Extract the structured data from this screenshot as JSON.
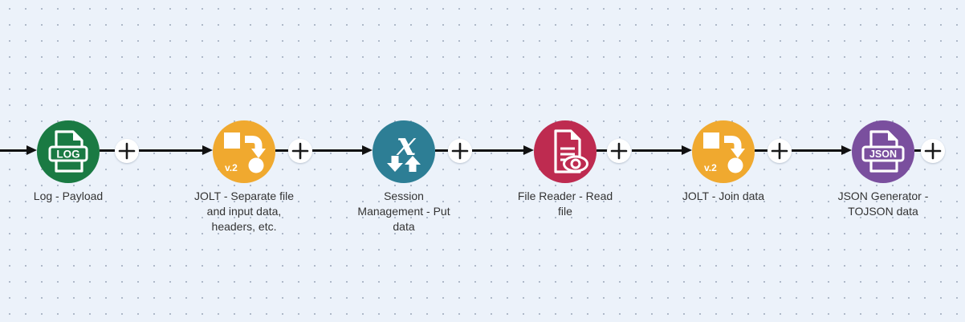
{
  "canvas": {
    "background_color": "#ECF2FA",
    "dot_color": "#7D8AA0",
    "connector_color": "#111111",
    "plus_label": "+"
  },
  "nodes": [
    {
      "name": "log-payload",
      "label_lines": [
        "Log - Payload"
      ],
      "color": "#1A7A43",
      "icon": "log-file-icon",
      "icon_text": "LOG"
    },
    {
      "name": "jolt-separate",
      "label_lines": [
        "JOLT - Separate file",
        "and input data,",
        "headers, etc."
      ],
      "color": "#F0A92F",
      "icon": "jolt-transform-icon",
      "badge": "v.2"
    },
    {
      "name": "session-management-put",
      "label_lines": [
        "Session",
        "Management - Put",
        "data"
      ],
      "color": "#2D7E95",
      "icon": "script-execute-icon",
      "icon_text": "x"
    },
    {
      "name": "file-reader",
      "label_lines": [
        "File Reader - Read",
        "file"
      ],
      "color": "#BE2B50",
      "icon": "file-read-icon"
    },
    {
      "name": "jolt-join",
      "label_lines": [
        "JOLT - Join data"
      ],
      "color": "#F0A92F",
      "icon": "jolt-transform-icon",
      "badge": "v.2"
    },
    {
      "name": "json-generator",
      "label_lines": [
        "JSON Generator -",
        "TOJSON data"
      ],
      "color": "#7A4F9E",
      "icon": "json-file-icon",
      "icon_text": "JSON"
    }
  ]
}
